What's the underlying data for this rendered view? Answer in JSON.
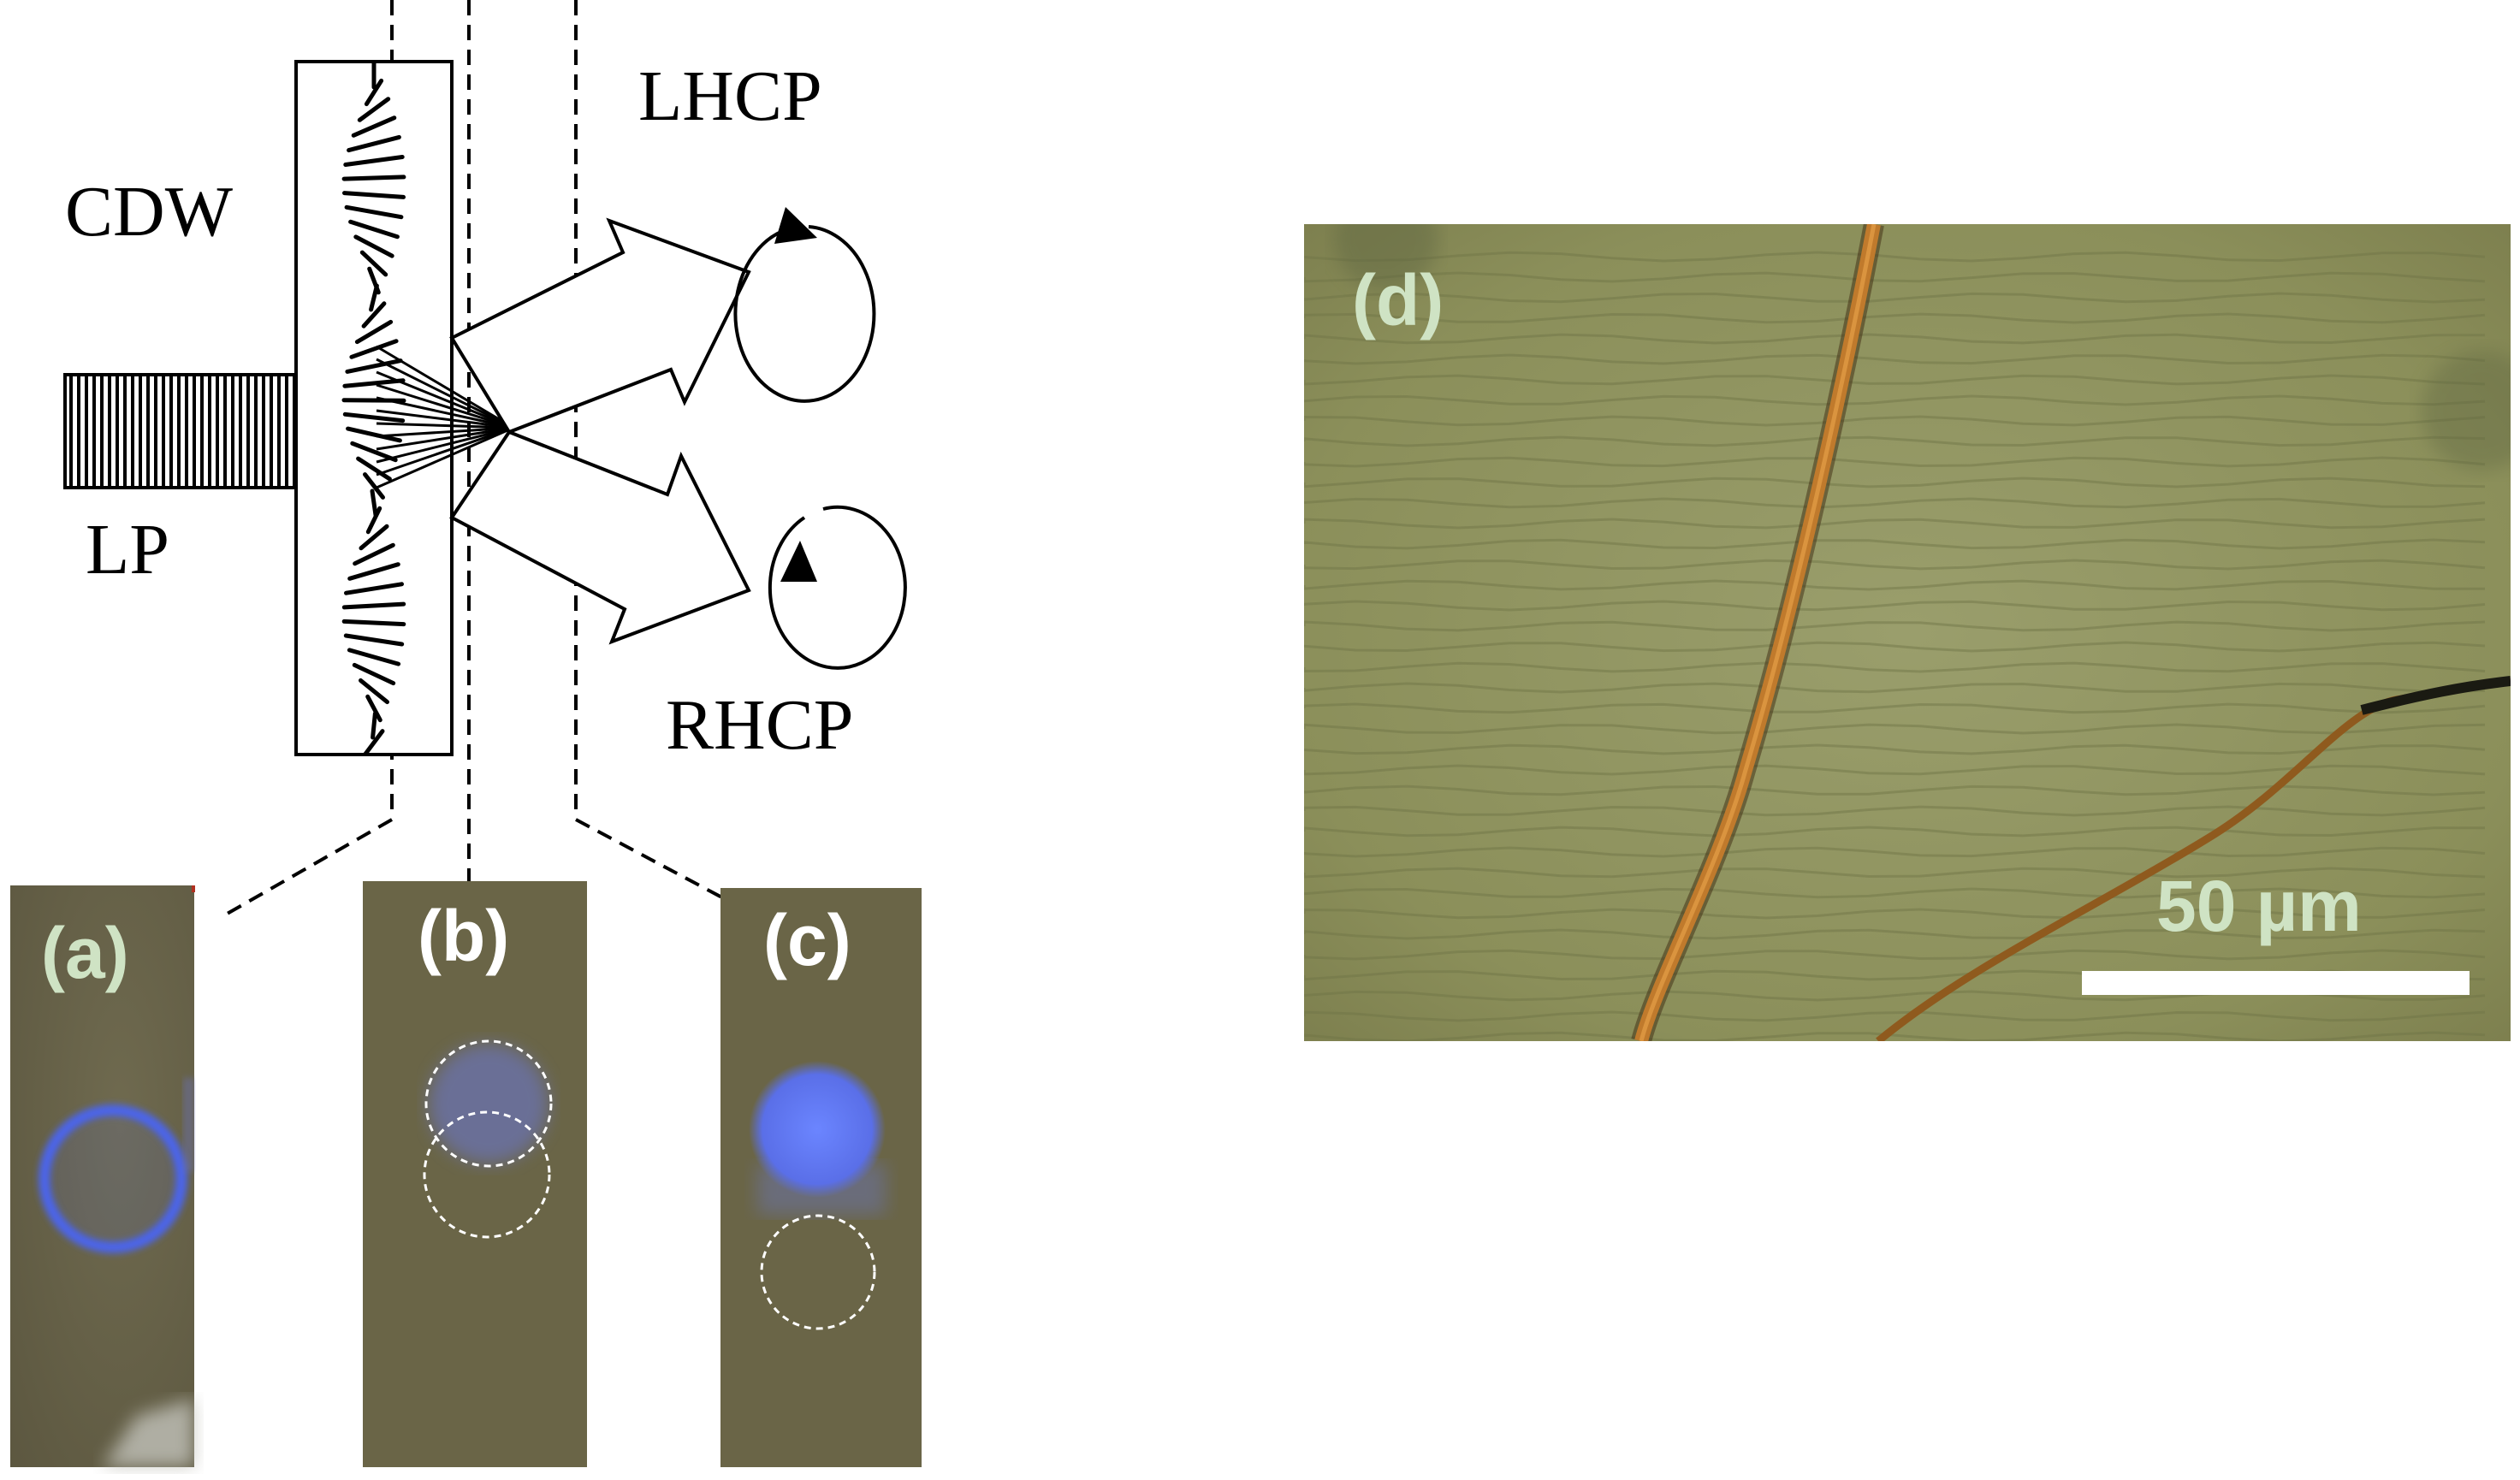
{
  "diagram": {
    "labels": {
      "cdw": "CDW",
      "lp": "LP",
      "lhcp": "LHCP",
      "rhcp": "RHCP"
    }
  },
  "panels": {
    "a": {
      "label": "(a)"
    },
    "b": {
      "label": "(b)"
    },
    "c": {
      "label": "(c)"
    },
    "d": {
      "label": "(d)",
      "scale_bar": "50 µm"
    }
  },
  "colors": {
    "photo_bg": "#6b6549",
    "micro_bg": "#8d915a",
    "fiber": "#b8772a",
    "label_green": "#cfe3c4",
    "beam_blue": "#5a6fe8"
  }
}
